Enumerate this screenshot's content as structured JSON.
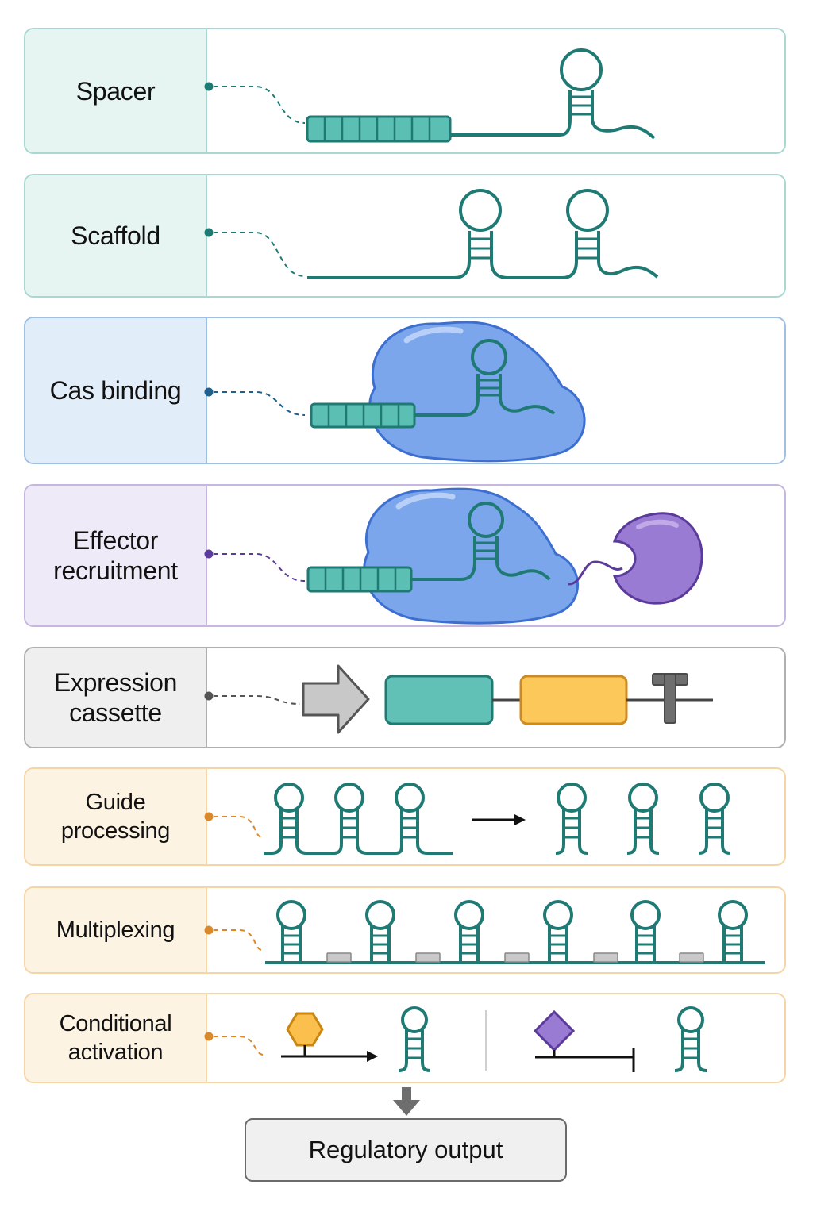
{
  "rows": [
    {
      "label": "Spacer"
    },
    {
      "label": "Scaffold"
    },
    {
      "label": "Cas binding"
    },
    {
      "label": "Effector\nrecruitment"
    },
    {
      "label": "Expression\ncassette"
    },
    {
      "label": "Guide\nprocessing"
    },
    {
      "label": "Multiplexing"
    },
    {
      "label": "Conditional\nactivation"
    }
  ],
  "output": {
    "label": "Regulatory output"
  },
  "colors": {
    "rna": "#1f7a74",
    "spacer_fill": "#5cbfb3",
    "cas_protein": "#7ba6ec",
    "effector": "#9a7bd3",
    "promoter": "#c8c8c8",
    "gene_teal": "#62c1b6",
    "gene_orange": "#fcc85a",
    "terminator": "#6e6e6e",
    "hexagon_ligand": "#fbbf4d",
    "diamond_ligand": "#9a7bd3"
  }
}
